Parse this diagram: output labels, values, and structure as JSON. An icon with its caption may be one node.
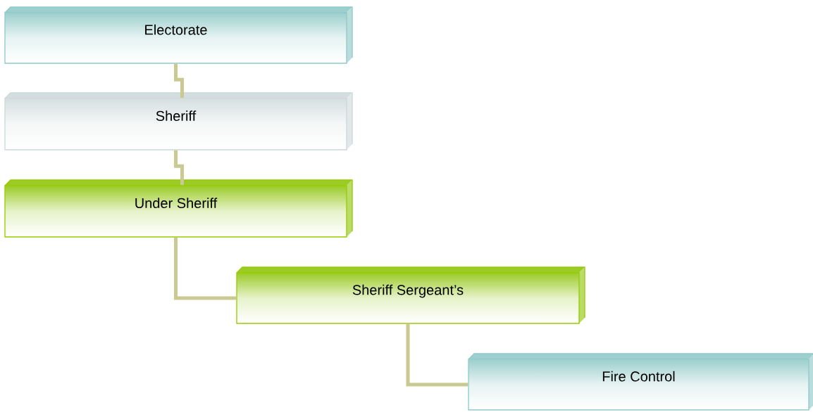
{
  "diagram": {
    "nodes": [
      {
        "text": [
          "Electorate"
        ]
      },
      {
        "text": [
          "Sheriff"
        ]
      },
      {
        "text": [
          "Under Sheriff"
        ]
      },
      {
        "text": [
          "Sheriff Sergeant’s"
        ]
      },
      {
        "text": [
          "Fire Control"
        ]
      }
    ],
    "edges": [
      {
        "from": 0,
        "to": 1,
        "arrow": "none"
      },
      {
        "from": 1,
        "to": 2,
        "arrow": "none"
      },
      {
        "from": 2,
        "to": 3,
        "arrow": "none"
      },
      {
        "from": 3,
        "to": 4,
        "arrow": "none"
      }
    ]
  }
}
